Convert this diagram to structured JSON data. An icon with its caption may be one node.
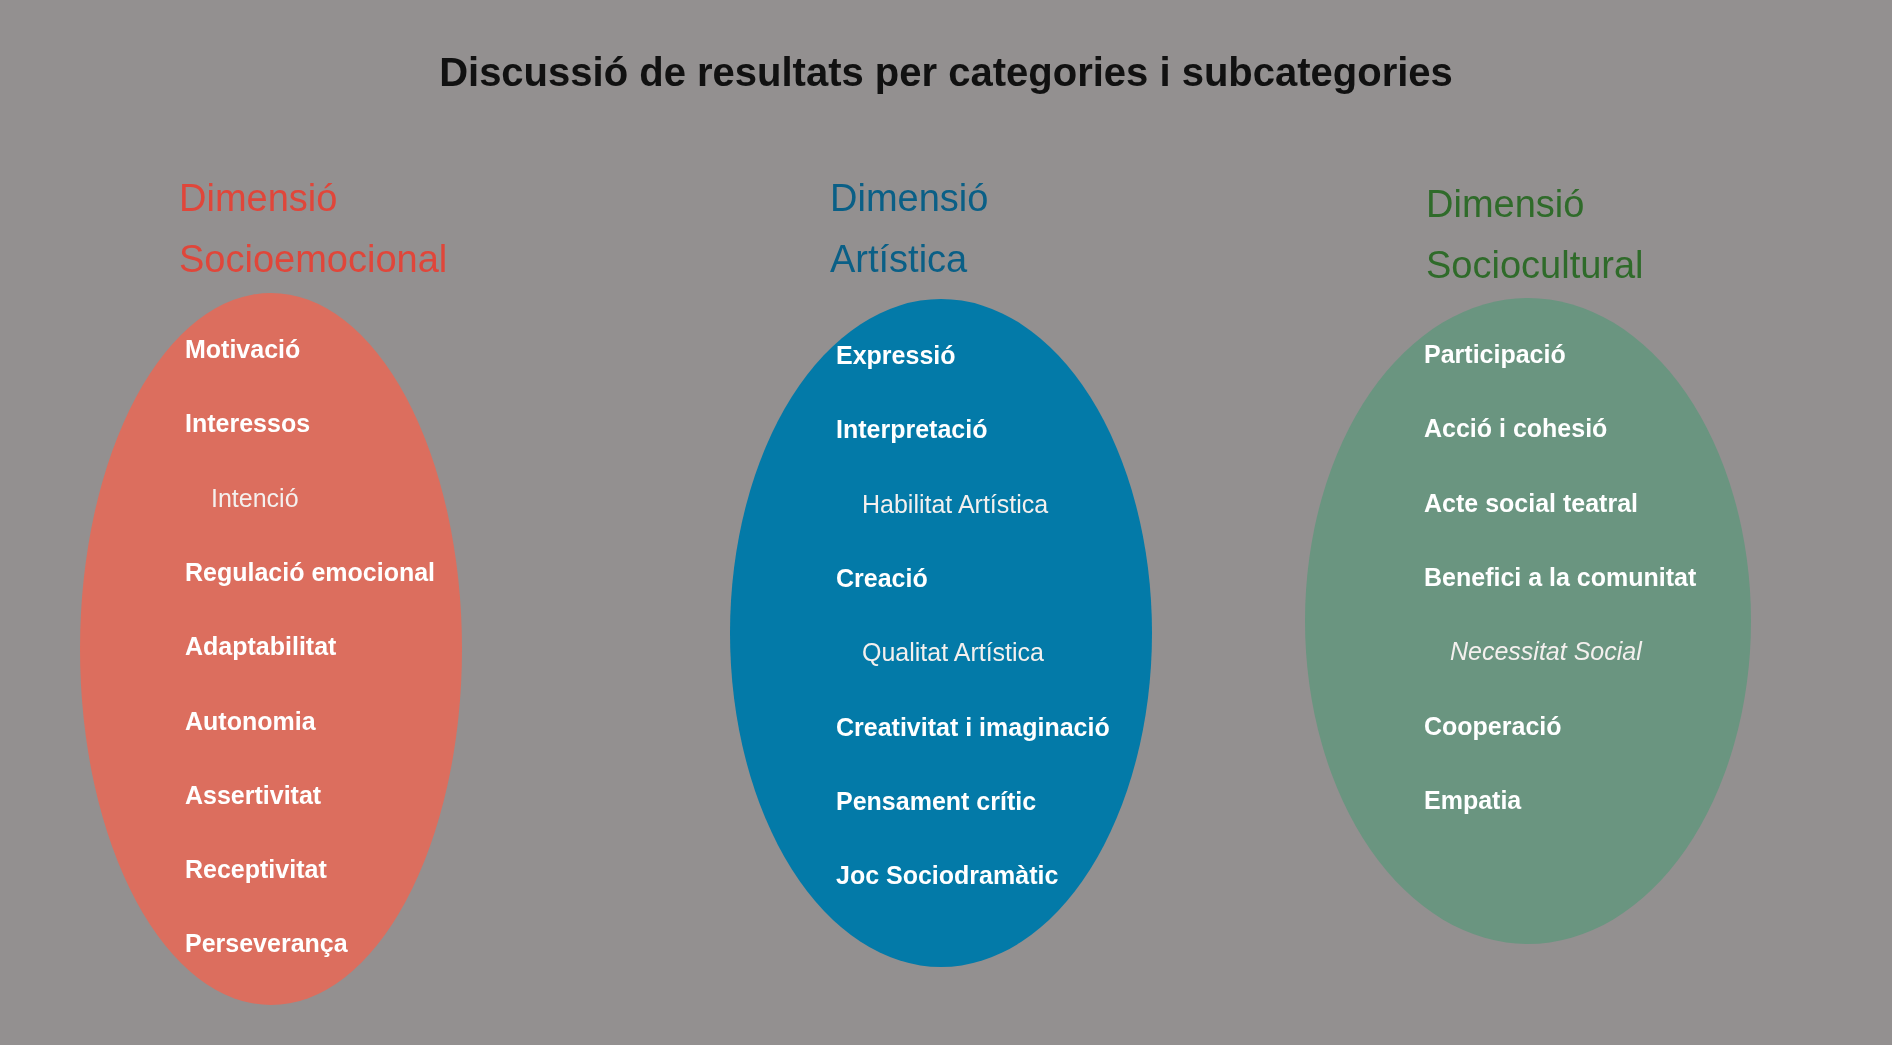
{
  "diagram": {
    "title": "Discussió de resultats per categories i subcategories",
    "nodes": [
      {
        "text": [
          "Dimensió Socioemocional",
          "Motivació",
          "Interessos",
          "Intenció",
          "Regulació emocional",
          "Adaptabilitat",
          "Autonomia",
          "Assertivitat",
          "Receptivitat",
          "Perseverança"
        ]
      },
      {
        "text": [
          "Dimensió Artística",
          "Expressió",
          "Interpretació",
          "Habilitat Artística",
          "Creació",
          "Qualitat Artística",
          "Creativitat i imaginació",
          "Pensament crític",
          "Joc Sociodramàtic"
        ]
      },
      {
        "text": [
          "Dimensió Sociocultural",
          "Participació",
          "Acció i cohesió",
          "Acte social teatral",
          "Benefici a la comunitat",
          "Necessitat Social",
          "Cooperació",
          "Empatia"
        ]
      }
    ]
  }
}
